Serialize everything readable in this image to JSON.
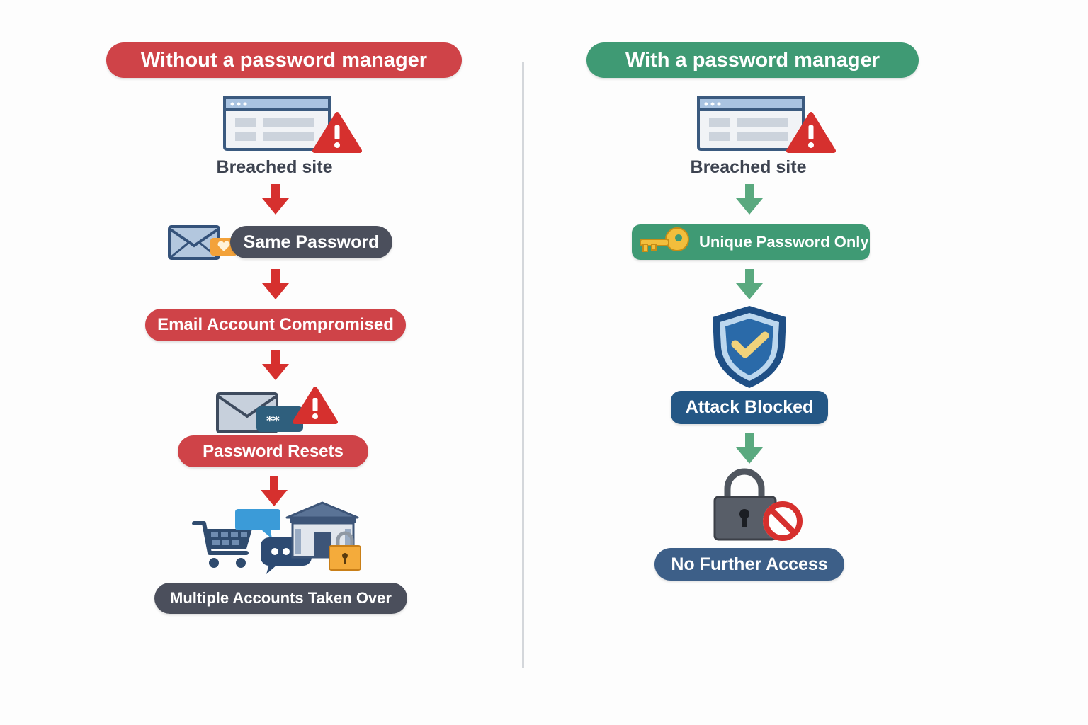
{
  "left": {
    "header": "Without a password manager",
    "breached_caption": "Breached site",
    "same_password": "Same Password",
    "email_compromised": "Email Account Compromised",
    "password_resets": "Password Resets",
    "multiple_accounts": "Multiple Accounts Taken Over"
  },
  "right": {
    "header": "With a password manager",
    "breached_caption": "Breached site",
    "unique_password": "Unique Password Only",
    "attack_blocked": "Attack Blocked",
    "no_further_access": "No Further Access"
  },
  "colors": {
    "danger_red": "#cf4348",
    "success_green": "#3f9a74",
    "slate": "#4b4f5c",
    "navy": "#245785",
    "steel_blue": "#3d5f88"
  },
  "icons": {
    "breached_site": "browser-window-with-warning-icon",
    "same_password": "envelope-with-key-icon",
    "password_resets": "envelope-with-password-warning-icon",
    "accounts": [
      "shopping-cart-icon",
      "chat-bubbles-icon",
      "bank-with-padlock-icon"
    ],
    "unique_password": "gold-key-icon",
    "attack_blocked": "shield-check-icon",
    "no_further_access": "padlock-with-no-entry-icon"
  }
}
